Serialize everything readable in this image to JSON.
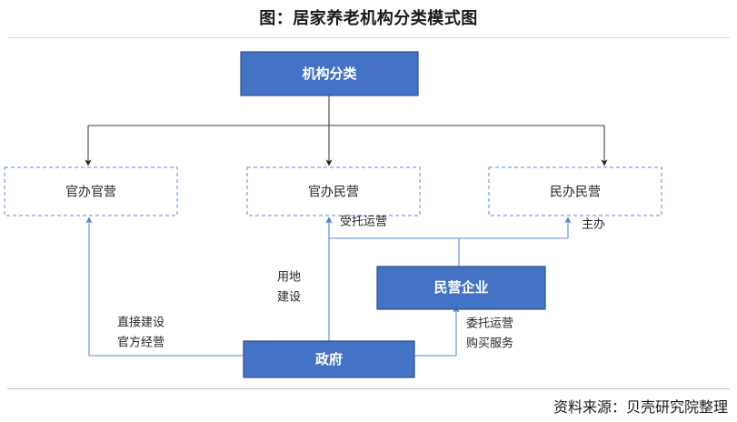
{
  "title": "图：居家养老机构分类模式图",
  "source": "资料来源：贝壳研究院整理",
  "colors": {
    "box_fill": "#4472C4",
    "box_border": "#2F528F",
    "dashed_border": "#5B8DD6",
    "dark_connector": "#404040",
    "blue_connector": "#5B8DD6",
    "text_dark": "#262626",
    "text_light": "#ffffff"
  },
  "nodes": {
    "root": {
      "label": "机构分类",
      "style": "filled"
    },
    "cat1": {
      "label": "官办官营",
      "style": "dashed"
    },
    "cat2": {
      "label": "官办民营",
      "style": "dashed"
    },
    "cat3": {
      "label": "民办民营",
      "style": "dashed"
    },
    "enterprise": {
      "label": "民营企业",
      "style": "filled"
    },
    "government": {
      "label": "政府",
      "style": "filled"
    }
  },
  "edge_labels": {
    "entrusted_operation": "受托运营",
    "sponsor": "主办",
    "land_construction_line1": "用地",
    "land_construction_line2": "建设",
    "direct_build_line1": "直接建设",
    "direct_build_line2": "官方经营",
    "commission_line1": "委托运营",
    "commission_line2": "购买服务"
  }
}
